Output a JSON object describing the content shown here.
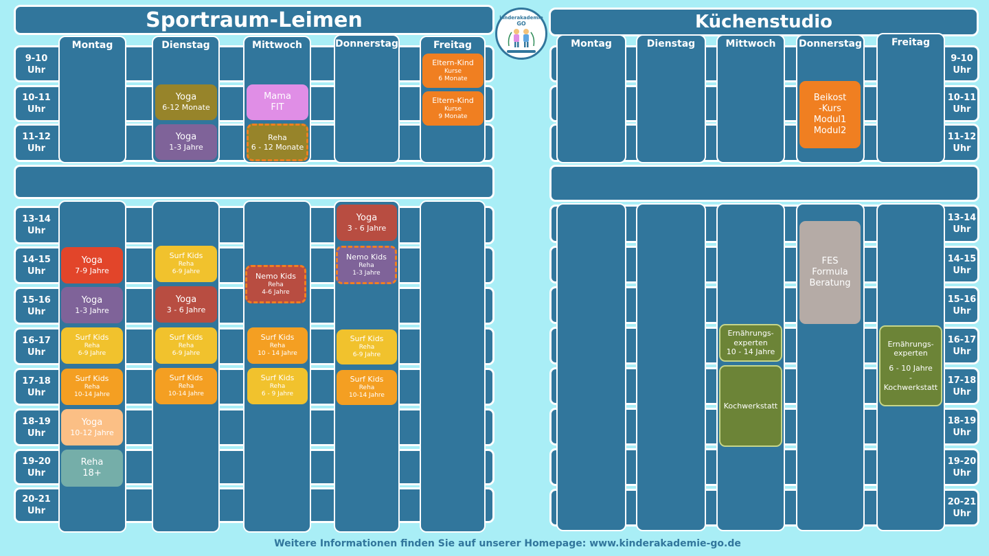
{
  "left": {
    "title": "Sportraum-Leimen",
    "days": [
      "Montag",
      "Dienstag",
      "Mittwoch",
      "Donnerstag",
      "Freitag"
    ],
    "times_morning": [
      [
        "9-10",
        "Uhr"
      ],
      [
        "10-11",
        "Uhr"
      ],
      [
        "11-12",
        "Uhr"
      ]
    ],
    "times_afternoon": [
      [
        "13-14",
        "Uhr"
      ],
      [
        "14-15",
        "Uhr"
      ],
      [
        "15-16",
        "Uhr"
      ],
      [
        "16-17",
        "Uhr"
      ],
      [
        "17-18",
        "Uhr"
      ],
      [
        "18-19",
        "Uhr"
      ],
      [
        "19-20",
        "Uhr"
      ],
      [
        "20-21",
        "Uhr"
      ]
    ]
  },
  "right": {
    "title": "Küchenstudio",
    "days": [
      "Montag",
      "Dienstag",
      "Mittwoch",
      "Donnerstag",
      "Freitag"
    ],
    "times_morning": [
      [
        "9-10",
        "Uhr"
      ],
      [
        "10-11",
        "Uhr"
      ],
      [
        "11-12",
        "Uhr"
      ]
    ],
    "times_afternoon": [
      [
        "13-14",
        "Uhr"
      ],
      [
        "14-15",
        "Uhr"
      ],
      [
        "15-16",
        "Uhr"
      ],
      [
        "16-17",
        "Uhr"
      ],
      [
        "17-18",
        "Uhr"
      ],
      [
        "18-19",
        "Uhr"
      ],
      [
        "19-20",
        "Uhr"
      ],
      [
        "20-21",
        "Uhr"
      ]
    ]
  },
  "events": {
    "di_yoga_1": [
      "Yoga",
      "6-12 Monate"
    ],
    "di_yoga_2": [
      "Yoga",
      "1-3 Jahre"
    ],
    "mi_mama": [
      "Mama",
      "FIT"
    ],
    "mi_reha": [
      "Reha",
      "6 - 12 Monate"
    ],
    "fr_ek1": [
      "Eltern-Kind",
      "Kurse",
      "6 Monate"
    ],
    "fr_ek2": [
      "Eltern-Kind",
      "Kurse",
      "9 Monate"
    ],
    "do_yoga": [
      "Yoga",
      "3 - 6 Jahre"
    ],
    "do_nemo": [
      "Nemo Kids",
      "Reha",
      "1-3 Jahre"
    ],
    "mo_yoga_1": [
      "Yoga",
      "7-9 Jahre"
    ],
    "mo_yoga_2": [
      "Yoga",
      "1-3 Jahre"
    ],
    "mo_surf_1": [
      "Surf Kids",
      "Reha",
      "6-9 Jahre"
    ],
    "mo_surf_2": [
      "Surf Kids",
      "Reha",
      "10-14 Jahre"
    ],
    "mo_yoga_3": [
      "Yoga",
      "10-12 Jahre"
    ],
    "mo_reha": [
      "Reha",
      "18+"
    ],
    "di_surf_1": [
      "Surf Kids",
      "Reha",
      "6-9 Jahre"
    ],
    "di_yoga_3": [
      "Yoga",
      "3 - 6 Jahre"
    ],
    "di_surf_2": [
      "Surf Kids",
      "Reha",
      "6-9 Jahre"
    ],
    "di_surf_3": [
      "Surf Kids",
      "Reha",
      "10-14 Jahre"
    ],
    "mi_nemo": [
      "Nemo Kids",
      "Reha",
      "4-6 Jahre"
    ],
    "mi_surf_1": [
      "Surf Kids",
      "Reha",
      "10 - 14 Jahre"
    ],
    "mi_surf_2": [
      "Surf Kids",
      "Reha",
      "6 - 9 Jahre"
    ],
    "do_surf_1": [
      "Surf Kids",
      "Reha",
      "6-9 Jahre"
    ],
    "do_surf_2": [
      "Surf Kids",
      "Reha",
      "10-14 Jahre"
    ],
    "k_beikost": [
      "Beikost",
      "-Kurs",
      "Modul1",
      "Modul2"
    ],
    "k_fes": [
      "FES",
      "Formula",
      "Beratung"
    ],
    "k_ern_mi": [
      "Ernährungs-",
      "experten",
      "10 - 14 Jahre"
    ],
    "k_koch": [
      "Kochwerkstatt"
    ],
    "k_ern_fr": [
      "Ernährungs-",
      "experten",
      "",
      "6 - 10 Jahre",
      "-",
      "Kochwerkstatt"
    ]
  },
  "logo": {
    "text": "kinderakademie",
    "sub": "GO"
  },
  "footer": "Weitere Informationen finden Sie auf unserer Homepage: www.kinderakademie-go.de",
  "colors": {
    "background": "#a9eef6",
    "panel": "#31769c",
    "olive": "#97842a",
    "purple": "#7f6399",
    "pink": "#e08ee6",
    "orange": "#f07f21",
    "red": "#e2452a",
    "yellow": "#f1c22d",
    "amber": "#f49f22",
    "peach": "#fbbf85",
    "teal": "#75aea9",
    "brick": "#b84d41",
    "green": "#6c8437",
    "gray": "#b5aba6"
  }
}
